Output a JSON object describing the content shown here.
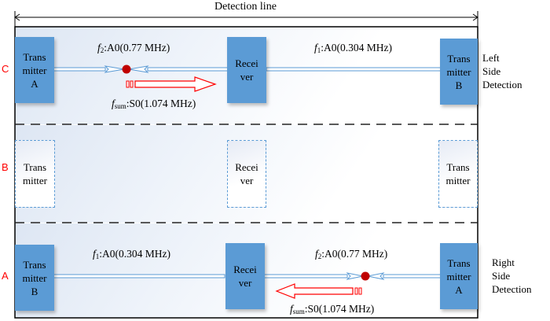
{
  "header": {
    "title": "Detection line"
  },
  "rows": [
    {
      "letter": "C",
      "side_label": [
        "Left",
        "Side",
        "Detection"
      ],
      "left_box": [
        "Trans",
        "mitter",
        "A"
      ],
      "center_box": [
        "Recei",
        "ver"
      ],
      "right_box": [
        "Trans",
        "mitter",
        "B"
      ],
      "wave_left": {
        "freq_sym": "f",
        "freq_sub": "2",
        "text": ":A0(0.77 MHz)"
      },
      "wave_right": {
        "freq_sym": "f",
        "freq_sub": "1",
        "text": ":A0(0.304 MHz)"
      },
      "sum_wave": {
        "freq_sym": "f",
        "freq_sub": "sum",
        "text": ":S0(1.074 MHz)"
      }
    },
    {
      "letter": "B",
      "left_box": [
        "Trans",
        "mitter"
      ],
      "center_box": [
        "Recei",
        "ver"
      ],
      "right_box": [
        "Trans",
        "mitter"
      ]
    },
    {
      "letter": "A",
      "side_label": [
        "Right",
        "Side",
        "Detection"
      ],
      "left_box": [
        "Trans",
        "mitter",
        "B"
      ],
      "center_box": [
        "Recei",
        "ver"
      ],
      "right_box": [
        "Trans",
        "mitter",
        "A"
      ],
      "wave_left": {
        "freq_sym": "f",
        "freq_sub": "1",
        "text": ":A0(0.304 MHz)"
      },
      "wave_right": {
        "freq_sym": "f",
        "freq_sub": "2",
        "text": ":A0(0.77 MHz)"
      },
      "sum_wave": {
        "freq_sym": "f",
        "freq_sub": "sum",
        "text": ":S0(1.074 MHz)"
      }
    }
  ],
  "colors": {
    "box_fill": "#5b9bd5",
    "arrow_red": "#ff0000",
    "mixing_point": "#c00000",
    "row_letter": "#ff0000"
  }
}
